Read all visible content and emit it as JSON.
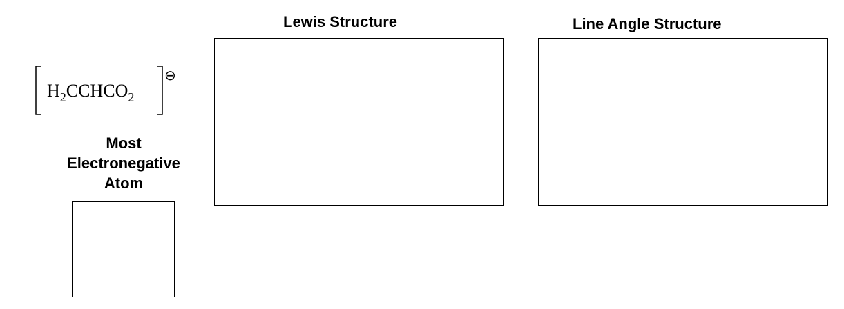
{
  "headings": {
    "lewis": "Lewis Structure",
    "line_angle": "Line Angle Structure"
  },
  "formula": {
    "part1": "H",
    "sub1": "2",
    "part2": "CCHCO",
    "sub2": "2",
    "charge_symbol": "⊖"
  },
  "electronegative_label": {
    "line1": "Most",
    "line2": "Electronegative",
    "line3": "Atom"
  }
}
